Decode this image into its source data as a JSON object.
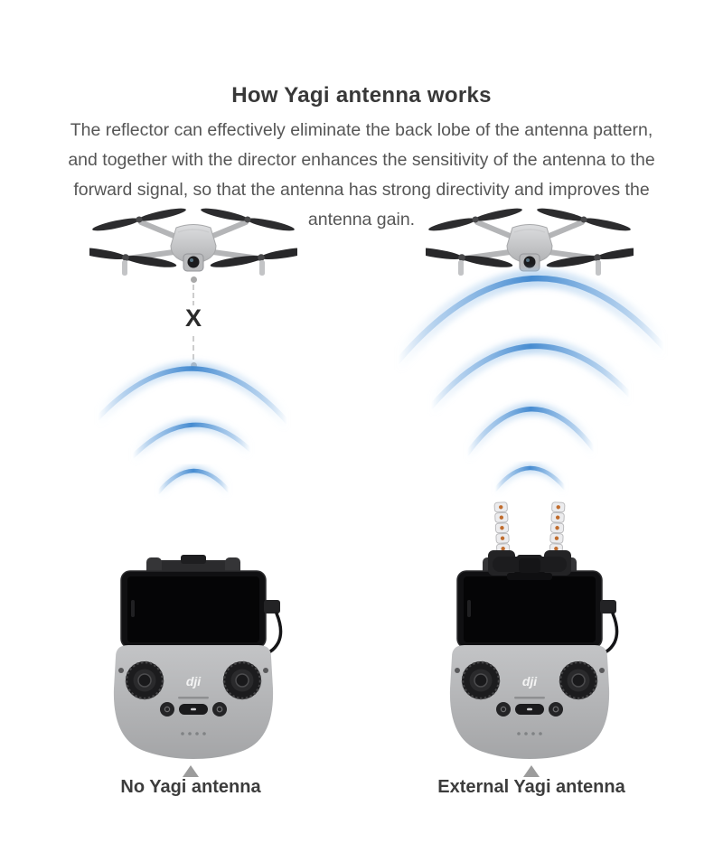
{
  "page": {
    "title": "How Yagi antenna works",
    "description_lines": [
      "The reflector can effectively eliminate the back lobe of the antenna pattern,",
      "and together with the director enhances the sensitivity of the antenna to the",
      "forward signal, so that the antenna has strong directivity and improves the",
      "antenna gain."
    ]
  },
  "diagram": {
    "blocked_marker": "X",
    "left_caption": "No Yagi antenna",
    "right_caption": "External Yagi antenna",
    "controller_logo": "dji"
  },
  "colors": {
    "wave_blue": "#4a8fd2",
    "wave_glow": "#b7d6f1",
    "title_text": "#383838",
    "body_text": "#565656",
    "caption_text": "#3c3c3c",
    "marker_gray": "#9c9c9c",
    "antenna_dot_orange": "#bf6c2e",
    "controller_gray": "#b4b5b7"
  }
}
